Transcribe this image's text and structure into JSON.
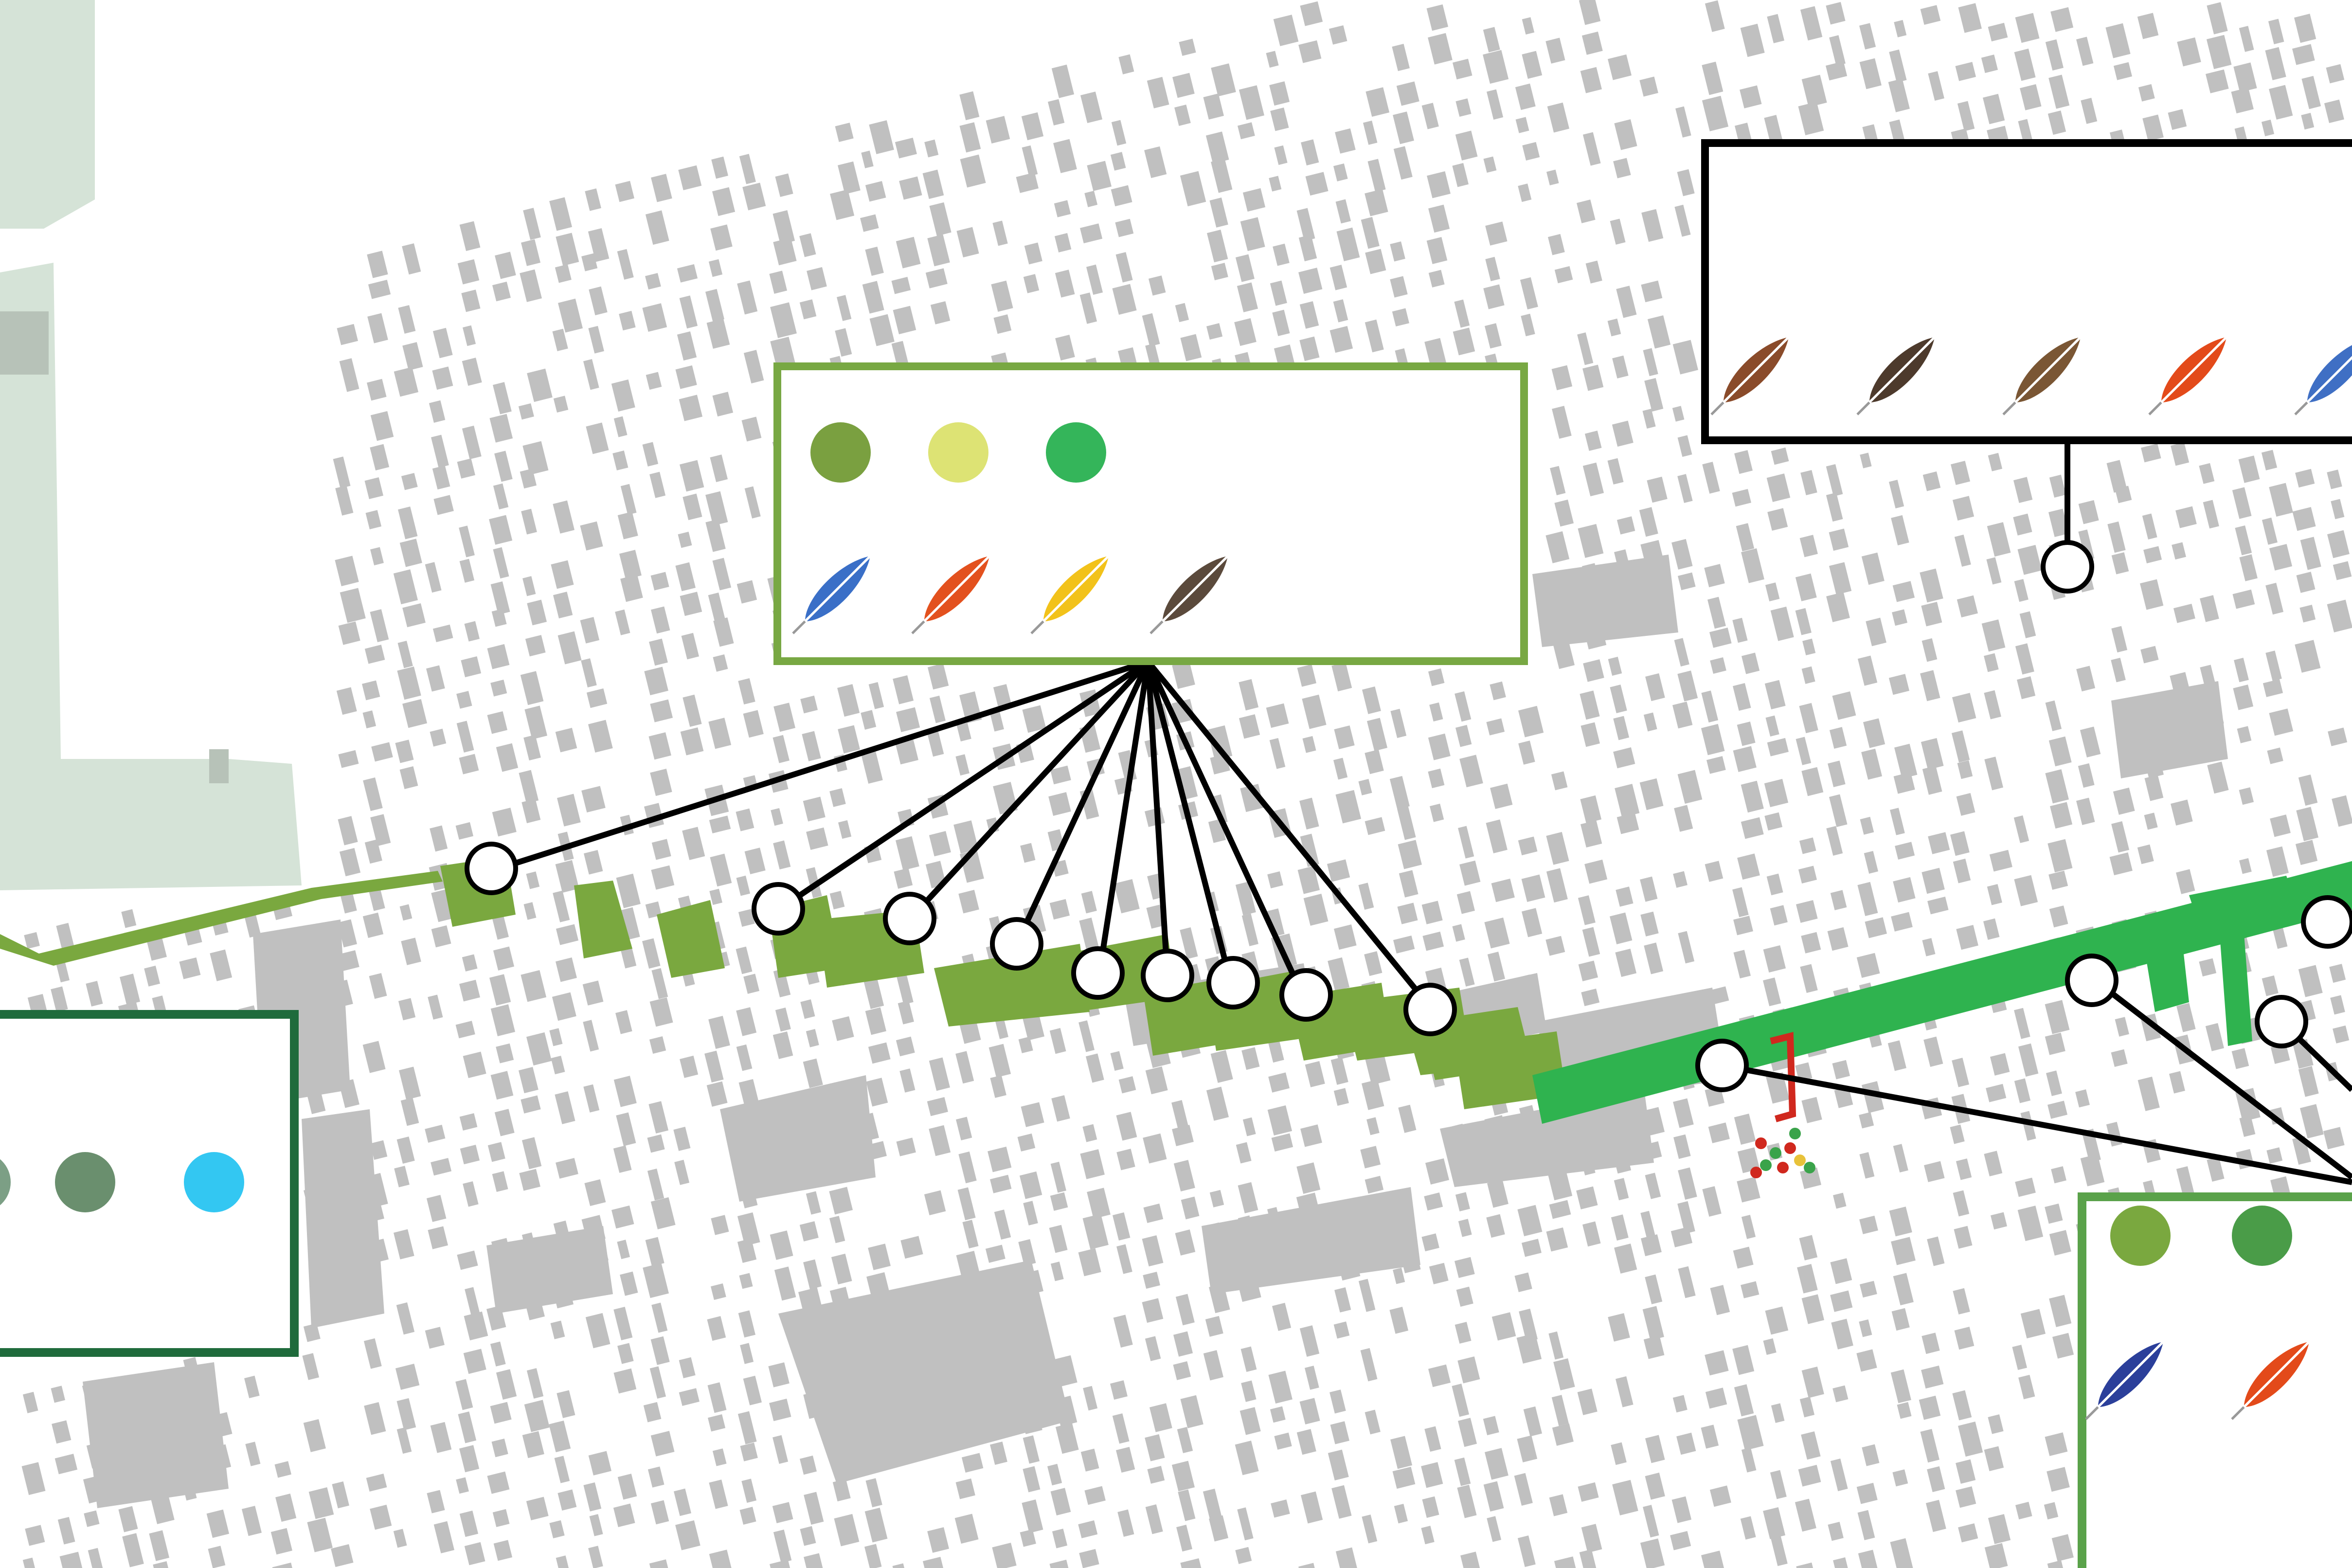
{
  "map": {
    "colors": {
      "background": "#ffffff",
      "building": "#c0c0c0",
      "park": "#d5e3d7",
      "park_building": "#b7c2b8",
      "corridor_olive": "#7aa83f",
      "corridor_green": "#2fb34f",
      "leader_line": "#000000",
      "marker_fill": "#ffffff",
      "marker_stroke": "#000000",
      "garden_red": "#d0281e"
    },
    "corridors": [
      {
        "name": "olive-green-corridor",
        "color": "#7aa83f"
      },
      {
        "name": "bright-green-corridor",
        "color": "#2fb34f"
      }
    ]
  },
  "legends": [
    {
      "id": "legend-olive",
      "border_color": "#78a843",
      "swatches": [
        "#7aa040",
        "#dde374",
        "#34b55a"
      ],
      "feathers": [
        "blue-feather-icon",
        "orange-feather-icon",
        "yellow-feather-icon",
        "brown-feather-icon"
      ],
      "feather_colors": [
        "#3a6fc7",
        "#e3511e",
        "#f2c21a",
        "#5b4a3c"
      ]
    },
    {
      "id": "legend-black",
      "border_color": "#000000",
      "swatches": [],
      "feathers": [
        "brown-feather-icon",
        "dark-brown-feather-icon",
        "spotted-brown-feather-icon",
        "orange-feather-icon",
        "blue-feather-icon"
      ],
      "feather_colors": [
        "#8a4b2a",
        "#4d3a2c",
        "#7a5634",
        "#e34a1a",
        "#3f6fc4"
      ]
    },
    {
      "id": "legend-dark-green",
      "border_color": "#1f6b3c",
      "swatches": [
        "#7c9f85",
        "#6a8f6e",
        "#33c7f2"
      ],
      "feathers": [],
      "feather_colors": []
    },
    {
      "id": "legend-green",
      "border_color": "#5aa24a",
      "swatches": [
        "#7aa83f",
        "#4a9c48"
      ],
      "feathers": [
        "navy-feather-icon",
        "orange-feather-icon"
      ],
      "feather_colors": [
        "#2b3f9a",
        "#e34a1a"
      ]
    }
  ]
}
